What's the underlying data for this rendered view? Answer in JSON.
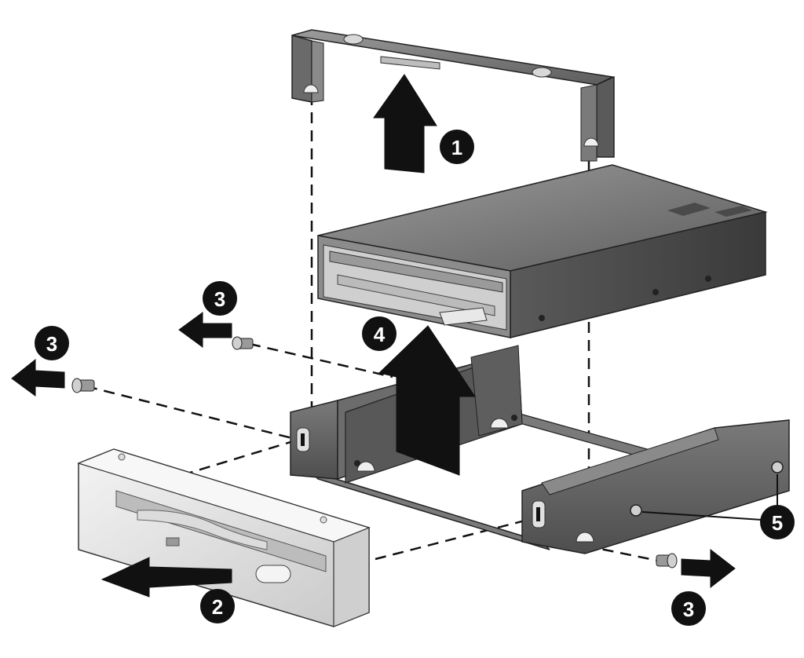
{
  "callouts": {
    "c1": "1",
    "c2": "2",
    "c3a": "3",
    "c3b": "3",
    "c3c": "3",
    "c4": "4",
    "c5": "5"
  },
  "colors": {
    "metal_dark": "#4a4a4a",
    "metal_mid": "#6e6e6e",
    "metal_light": "#9a9a9a",
    "bezel": "#e6e6e6",
    "arrow": "#111111",
    "callout_bg": "#111111"
  }
}
